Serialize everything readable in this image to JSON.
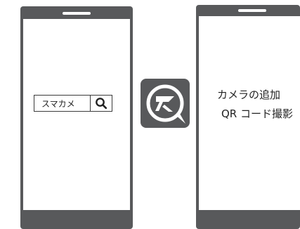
{
  "left_phone": {
    "search": {
      "text": "スマカメ",
      "button_icon": "search-icon"
    }
  },
  "app_icon": {
    "icon": "smacame-app-logo-icon"
  },
  "right_phone": {
    "caption_line1": "カメラの追加",
    "caption_line2": "QR コード撮影"
  },
  "colors": {
    "device": "#58595b",
    "screen": "#ffffff",
    "outline": "#3a3a3a"
  }
}
